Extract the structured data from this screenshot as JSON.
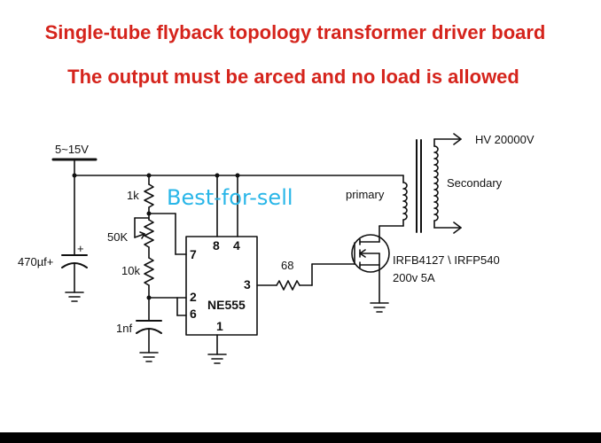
{
  "titles": {
    "line1": "Single-tube flyback topology transformer driver board",
    "line2": "The output must be arced and no load is allowed"
  },
  "watermark": "Best-for-sell",
  "colors": {
    "title": "#d5241c",
    "watermark": "#29b6e8",
    "ink": "#111111"
  },
  "labels": {
    "supply": "5~15V",
    "r1": "1k",
    "pot": "50K",
    "r2": "10k",
    "cap_elec": "470µf+",
    "cap_timing": "1nf",
    "r_gate": "68",
    "primary": "primary",
    "secondary": "Secondary",
    "hv_out": "HV 20000V",
    "mosfet": "IRFB4127 \\ IRFP540",
    "mosfet_rating": "200v 5A",
    "ic": "NE555",
    "cap_plus": "+",
    "pins": {
      "p8": "8",
      "p4": "4",
      "p7": "7",
      "p3": "3",
      "p2": "2",
      "p6": "6",
      "p1": "1"
    }
  }
}
